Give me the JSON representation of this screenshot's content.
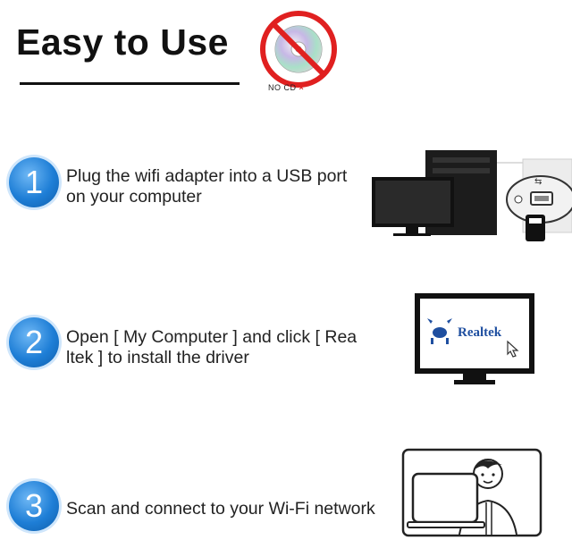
{
  "header": {
    "title": "Easy to Use",
    "nocd_label": "NO CD",
    "nocd_mark": "×"
  },
  "steps": [
    {
      "number": "1",
      "lines": [
        "Plug the wifi adapter into a USB port",
        "on your computer"
      ]
    },
    {
      "number": "2",
      "lines": [
        "Open [ My Computer ] and click [ Rea",
        "ltek ] to install the driver"
      ]
    },
    {
      "number": "3",
      "lines": [
        "Scan and connect to your Wi-Fi network"
      ]
    }
  ],
  "realtek": {
    "logo_text": "Realtek"
  },
  "colors": {
    "badge": "#1e7ed6",
    "nocd_ring": "#e02020",
    "text": "#222222"
  }
}
